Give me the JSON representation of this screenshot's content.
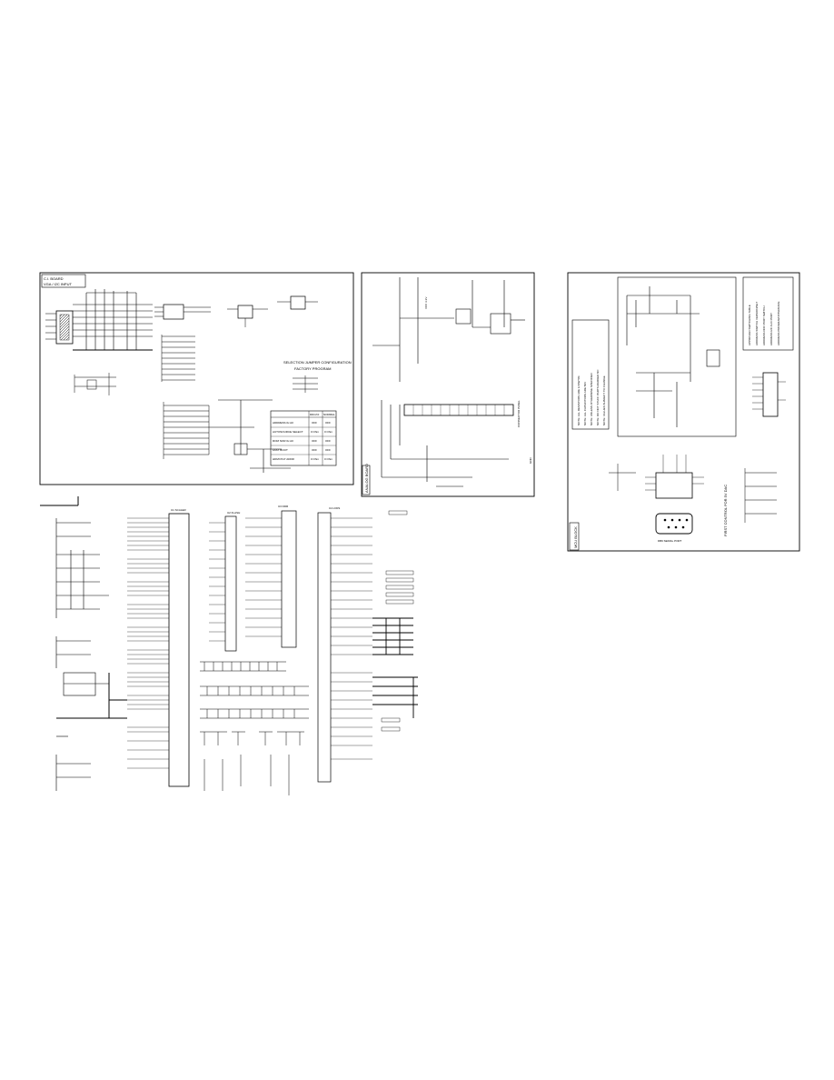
{
  "sheet_main": {
    "title_block": [
      "C.I. BOARD",
      "VGA / I2C INPUT"
    ],
    "switch_table": {
      "heading": "SELECTION JUMPER CONFIGURATION",
      "subheading": "FACTORY PROGRAM",
      "col_headers": [
        "DDC/CI",
        "NORMAL"
      ],
      "rows": [
        [
          "ADDRESS 0x A0",
          "OFF",
          "OFF"
        ],
        [
          "AUTOSOURCE SELECT",
          "0 Ohm",
          "0 Ohm"
        ],
        [
          "ROM NOR 0x A0",
          "OFF",
          "OFF"
        ],
        [
          "FAST BOOT",
          "OFF",
          "OFF"
        ],
        [
          "HDMI PHY ADDR",
          "0 Ohm",
          "0 Ohm"
        ]
      ]
    }
  },
  "sheet_top_mid": {
    "side_label": "ANALOG BOARD",
    "net_labels": [
      "CONNECTOR PANEL",
      "VCC 3.3V",
      "GND"
    ]
  },
  "sheet_right": {
    "side_label": "MCU BLOCK",
    "caption": "FIRST CONTROL FOR 5V DAC",
    "notes": [
      "NOTE: ALL RESISTORS ARE 1/16W 5%",
      "NOTE: ALL CAPACITORS ARE 50V",
      "NOTE: UNLESS OTHERWISE SPECIFIED",
      "NOTE: DO NOT STUFF PARTS MARKED NC",
      "NOTE: VALUES SUBJECT TO CHANGE"
    ],
    "notes_panel": [
      "APPROVED SWITCHING TABLE",
      "ADDRESS SWITCH VERSION/SET",
      "ADDRESS DDC PORT SWITCH",
      "ADDRESS I2C AUX PORT",
      "ADDRESS PROGRAM INTERFACE"
    ],
    "connector_label": "DB9 SERIAL PORT"
  },
  "sheet_bottom": {
    "ic_labels": [
      "U1 SCALER",
      "U2 FLASH",
      "U3 DDR",
      "U4 LVDS"
    ]
  }
}
